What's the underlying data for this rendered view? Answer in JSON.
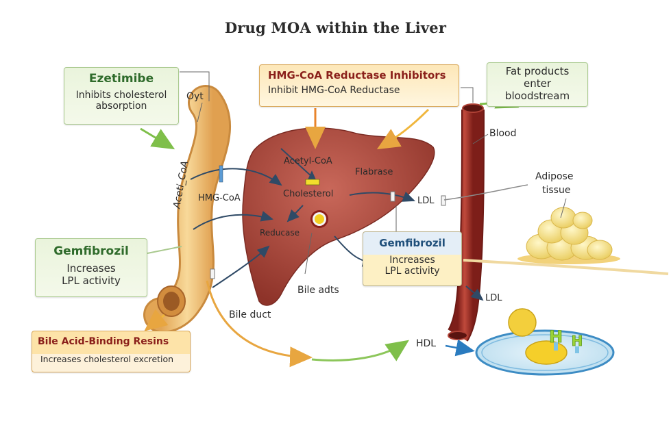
{
  "title": "Drug MOA within the Liver",
  "callouts": {
    "ezetimibe": {
      "name": "Ezetimibe",
      "desc": [
        "Inhibits cholesterol",
        "absorption"
      ]
    },
    "hmg_coa": {
      "name": "HMG-CoA Reductase Inhibitors",
      "desc": "Inhibit HMG-CoA Reductase"
    },
    "fat_products": {
      "text": [
        "Fat products",
        "enter",
        "bloodstream"
      ]
    },
    "gemfibrozil_left": {
      "name": "Gemfibrozil",
      "desc": [
        "Increases",
        "LPL activity"
      ]
    },
    "gemfibrozil_right": {
      "name": "Gemfibrozil",
      "desc": [
        "Increases",
        "LPL activity"
      ]
    },
    "bile_resins": {
      "name": "Bile Acid-Binding Resins",
      "desc": "Increases cholesterol excretion"
    }
  },
  "labels": {
    "oyt": "Oyt",
    "intestine": "Aceti_CoA",
    "hmg_coa": "HMG-CoA",
    "acetyl_coa": "Acetyl-CoA",
    "cholesterol": "Cholesterol",
    "reducase": "Reducase",
    "flabrase": "Flabrase",
    "ldl_upper": "LDL",
    "ldl_lower": "LDL",
    "blood": "Blood",
    "adipose": [
      "Adipose",
      "tissue"
    ],
    "bile_adts": "Bile adts",
    "bile_duct": "Bile duct",
    "hdl": "HDL"
  },
  "colors": {
    "green_heading": "#2f6b2b",
    "red_heading": "#8a1f1a",
    "blue_heading": "#1f4f7a",
    "liver": "#a8483c",
    "vessel": "#9b2b24",
    "intestine": "#f0c27a",
    "arrow_dark": "#2f4a66",
    "arrow_green": "#7fbf4a",
    "arrow_orange": "#e8a640"
  }
}
